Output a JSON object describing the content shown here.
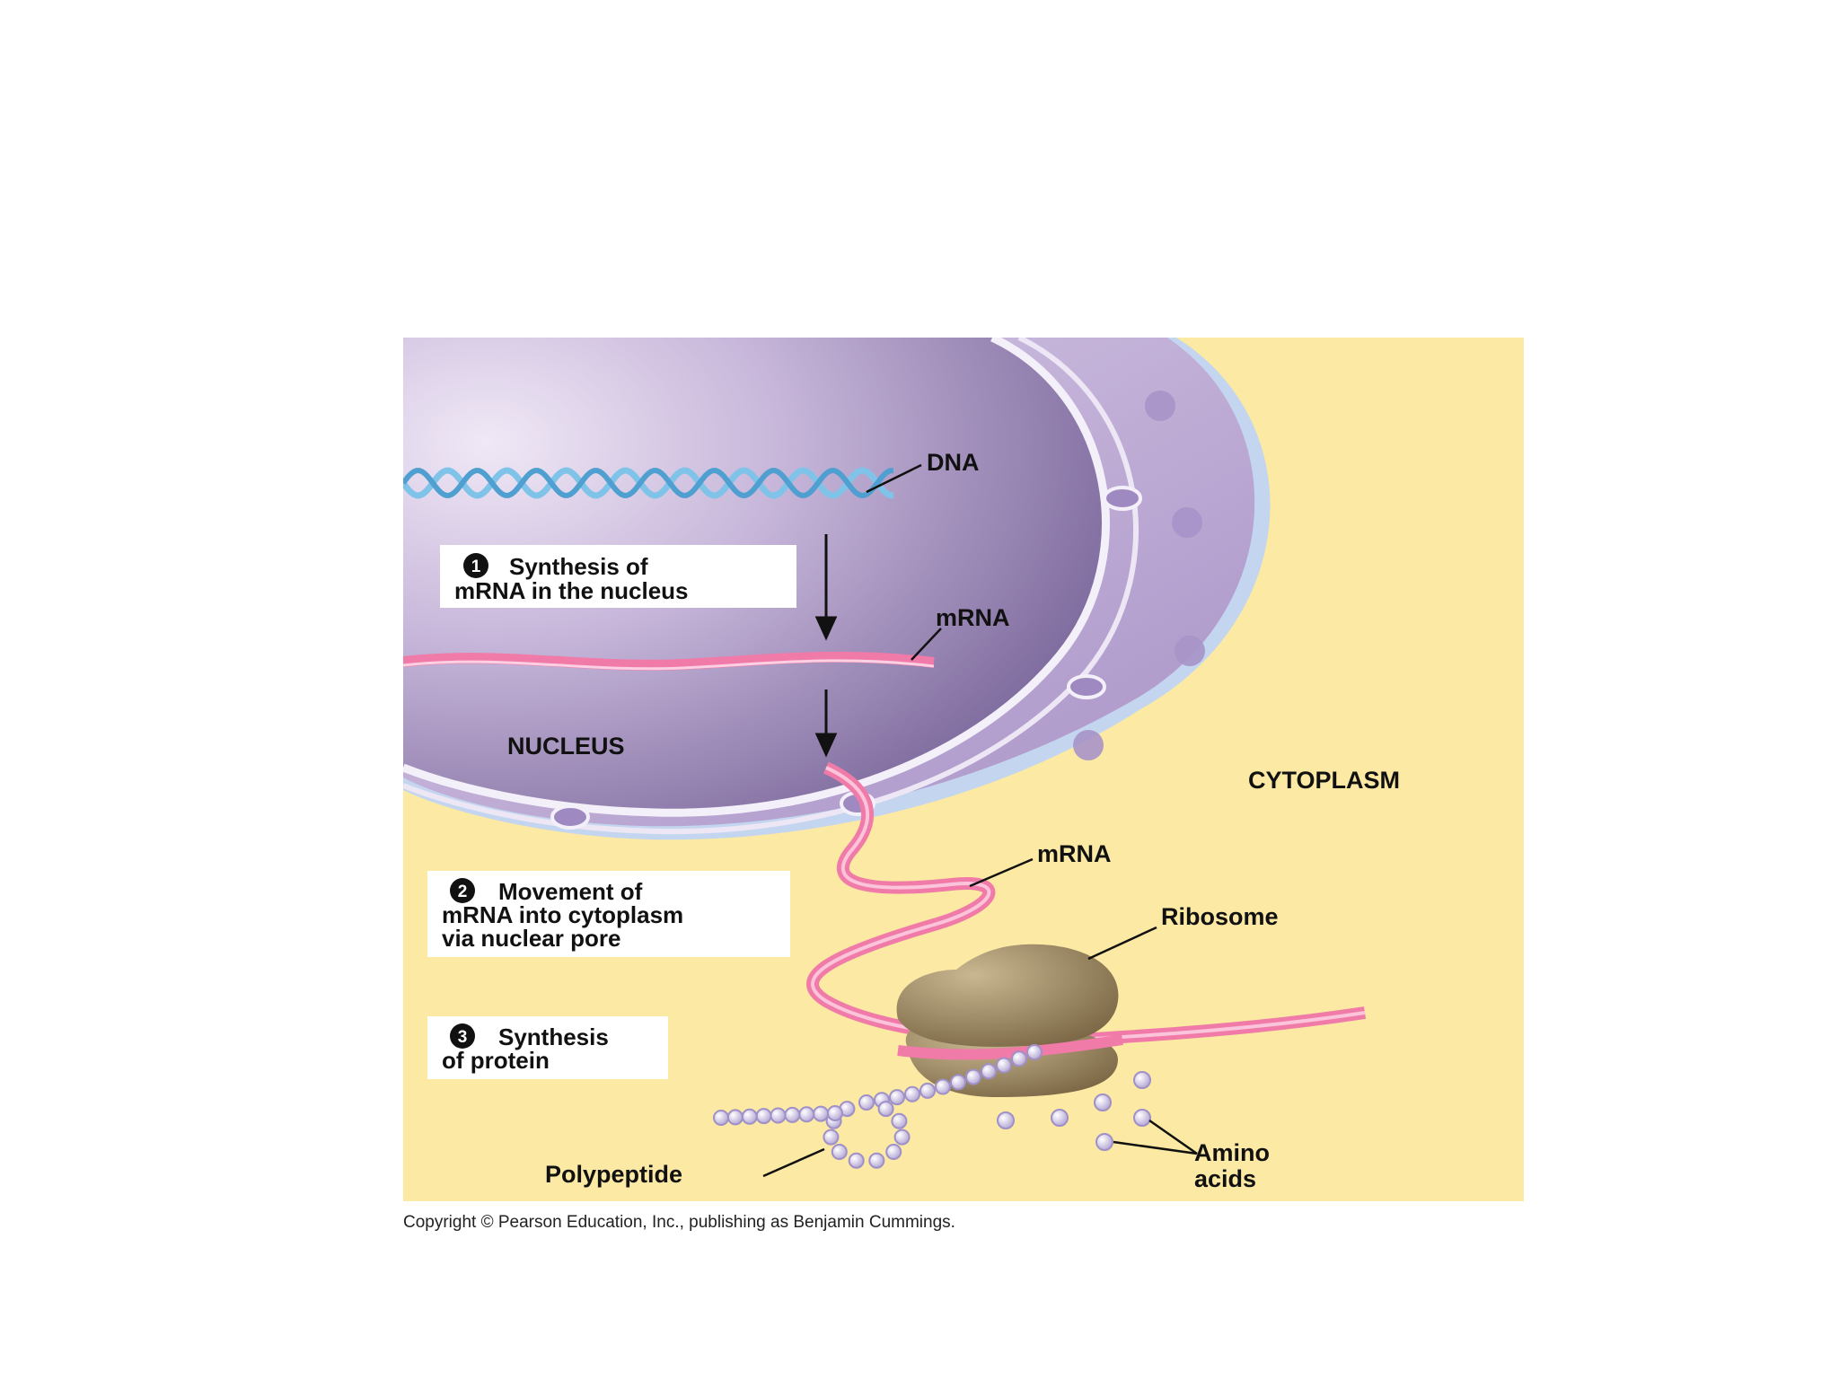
{
  "labels": {
    "dna": "DNA",
    "mrna_nucleus": "mRNA",
    "nucleus": "NUCLEUS",
    "cytoplasm": "CYTOPLASM",
    "mrna_cytoplasm": "mRNA",
    "ribosome": "Ribosome",
    "polypeptide": "Polypeptide",
    "amino_line1": "Amino",
    "amino_line2": "acids"
  },
  "steps": [
    {
      "number": "1",
      "lines": [
        "Synthesis of",
        "mRNA in the nucleus"
      ]
    },
    {
      "number": "2",
      "lines": [
        "Movement of",
        "mRNA into cytoplasm",
        "via nuclear pore"
      ]
    },
    {
      "number": "3",
      "lines": [
        "Synthesis",
        "of protein"
      ]
    }
  ],
  "copyright": "Copyright © Pearson Education, Inc., publishing as Benjamin Cummings.",
  "colors": {
    "cytoplasm": "#fbe9a4",
    "nucleus_inner": "#9a88b8",
    "nucleus_envelope": "#c8b6dc",
    "mrna": "#f07aa8",
    "dna": "#7fc4e8",
    "ribosome": "#8f7b5a",
    "amino_acid": "#ccbfe6"
  }
}
